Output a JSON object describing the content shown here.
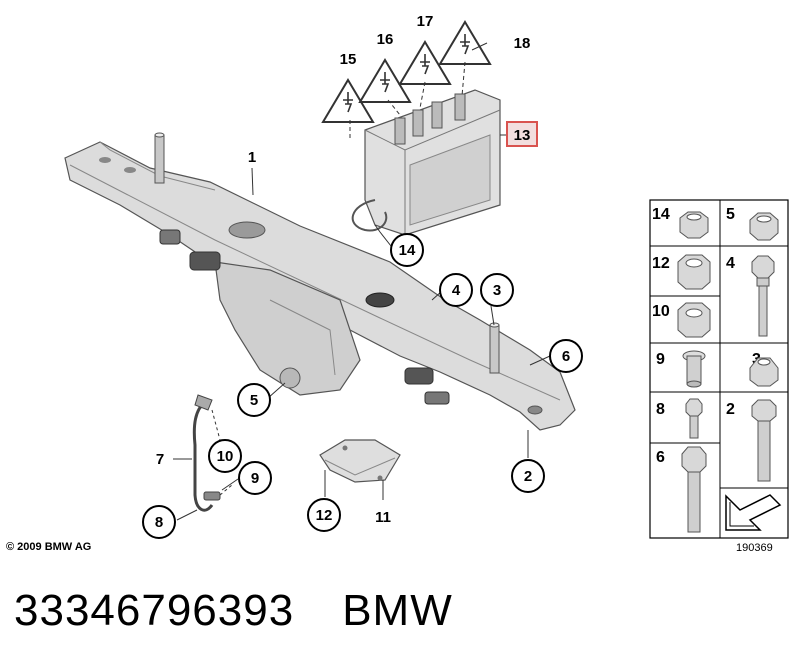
{
  "copyright": "© 2009 BMW AG",
  "figure_number": "190369",
  "caption": {
    "part_number": "33346796393",
    "brand": "BMW"
  },
  "callouts": {
    "c1": "1",
    "c2": "2",
    "c3": "3",
    "c4": "4",
    "c5": "5",
    "c6": "6",
    "c7": "7",
    "c8": "8",
    "c9": "9",
    "c10": "10",
    "c11": "11",
    "c12": "12",
    "c13": "13",
    "c14": "14",
    "c15": "15",
    "c16": "16",
    "c17": "17",
    "c18": "18"
  },
  "parts_grid": {
    "cells": [
      "14",
      "5",
      "12",
      "4",
      "10",
      "9",
      "3",
      "8",
      "2",
      "6"
    ]
  },
  "colors": {
    "part_fill": "#d8d8d8",
    "part_stroke": "#555555",
    "highlight": "#d9534f",
    "highlight_fill": "#f2dede"
  }
}
